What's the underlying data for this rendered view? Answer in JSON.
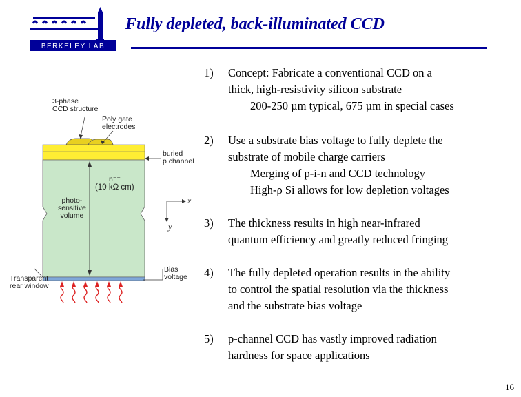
{
  "header": {
    "title": "Fully depleted, back-illuminated CCD",
    "logo_text": "BERKELEY LAB"
  },
  "diagram": {
    "label_3phase": [
      "3-phase",
      "CCD structure"
    ],
    "label_poly": [
      "Poly gate",
      "electrodes"
    ],
    "label_buried": [
      "buried",
      "p channel"
    ],
    "label_resistivity_top": "n⁻⁻",
    "label_resistivity": "(10 kΩ cm)",
    "label_photo": [
      "photo-",
      "sensitive",
      "volume"
    ],
    "label_x": "x",
    "label_y": "y",
    "label_window": [
      "Transparent",
      "rear window"
    ],
    "label_bias": [
      "Bias",
      "voltage"
    ]
  },
  "bullets": [
    {
      "num": "1)",
      "lines": [
        "Concept: Fabricate a conventional CCD on a",
        "thick, high-resistivity silicon substrate"
      ],
      "sub": [
        "200-250 µm typical, 675 µm in special cases"
      ]
    },
    {
      "num": "2)",
      "lines": [
        "Use a substrate bias voltage to fully deplete the",
        "substrate of mobile charge carriers"
      ],
      "sub": [
        "Merging of p-i-n and CCD technology",
        "High-ρ Si allows for low depletion voltages"
      ]
    },
    {
      "num": "3)",
      "lines": [
        "The thickness results in high near-infrared",
        "quantum efficiency and greatly reduced fringing"
      ],
      "sub": []
    },
    {
      "num": "4)",
      "lines": [
        "The fully depleted operation results in the ability",
        "to control the spatial resolution via the thickness",
        "and the substrate bias voltage"
      ],
      "sub": []
    },
    {
      "num": "5)",
      "lines": [
        "p-channel CCD has vastly improved radiation",
        "hardness for space applications"
      ],
      "sub": []
    }
  ],
  "page_number": "16"
}
